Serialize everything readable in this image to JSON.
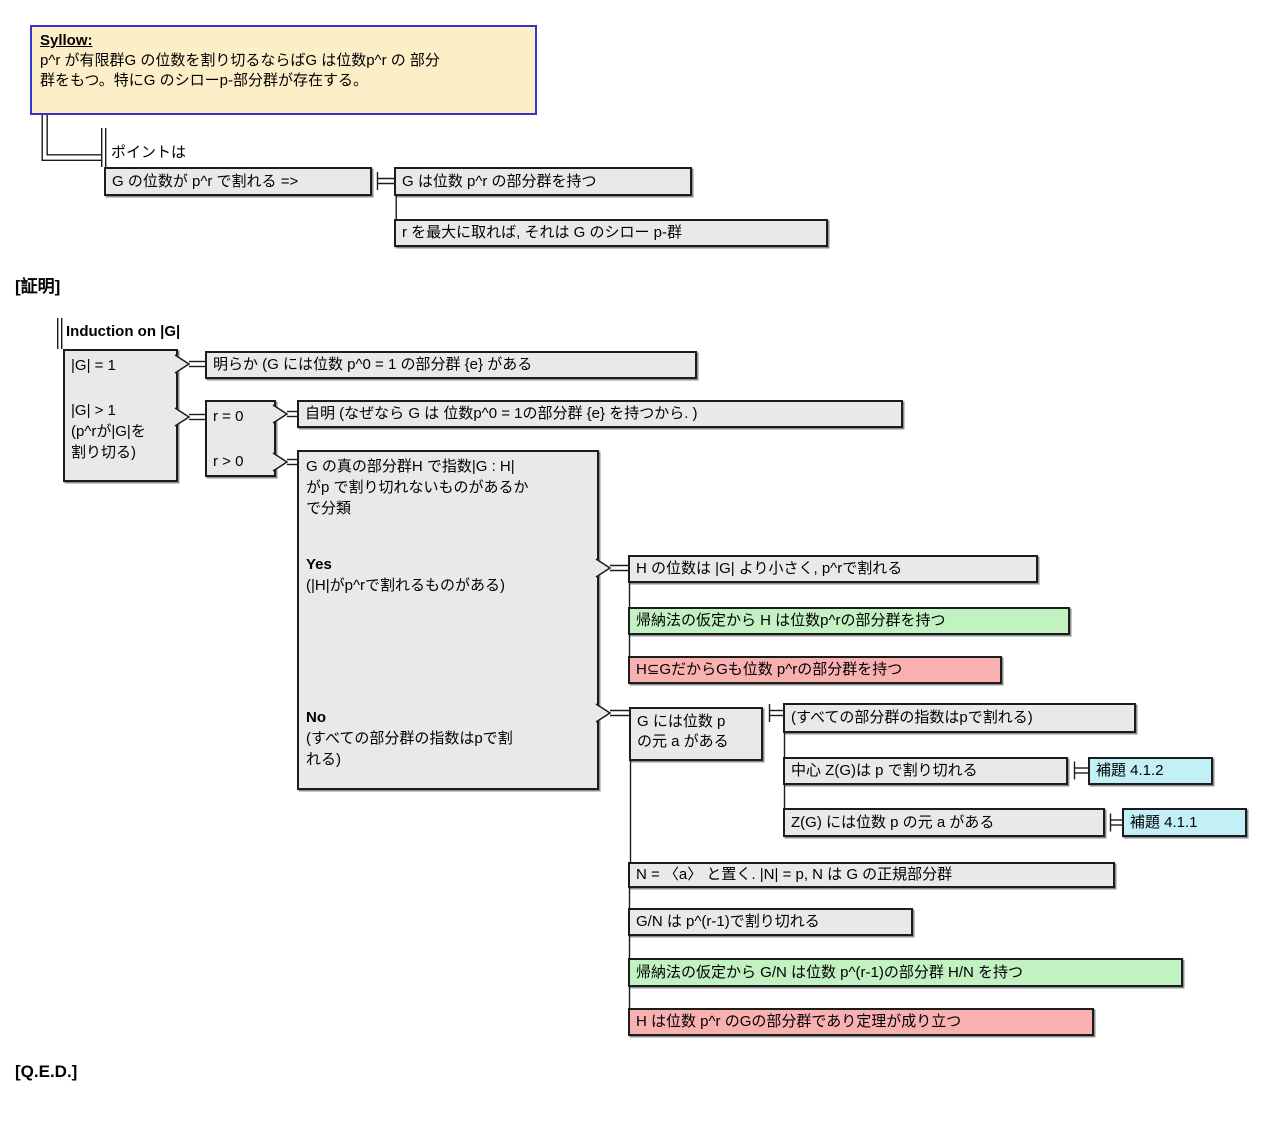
{
  "colors": {
    "node_bg": "#e9e9e9",
    "green": "#c2f1c2",
    "pink": "#f8b0b0",
    "cyan": "#c2f0f6",
    "title_bg": "#fcefc8",
    "title_border": "#3535cc",
    "line": "#1c1c1c"
  },
  "theorem": {
    "title": "Syllow:",
    "body": "p^r が有限群G の位数を割り切るならばG は位数p^r の 部分\n群をもつ。特にG のシローp-部分群が存在する。"
  },
  "point": {
    "headline": "ポイントは",
    "premise": "G の位数が p^r で割れる =>",
    "conclusion": "G は位数 p^r の部分群を持つ",
    "note": "r を最大に取れば, それは G のシロー p-群"
  },
  "proof": {
    "caption": "[証明]",
    "induction": "Induction on |G|",
    "base_case": "|G| = 1",
    "base_result": "明らか (G には位数 p^0 = 1 の部分群 {e} がある",
    "inductive_case": "|G| > 1\n(p^rが|G|を\n割り切る)",
    "r_zero": "r = 0",
    "r_zero_result": "自明 (なぜなら G は 位数p^0 = 1の部分群 {e} を持つから. )",
    "r_pos": "r > 0",
    "case_split": "G の真の部分群H で指数|G : H|\nがp で割り切れないものがあるか\nで分類",
    "yes_label": "Yes",
    "yes_desc": "(|H|がp^rで割れるものがある)",
    "no_label": "No",
    "no_desc": "(すべての部分群の指数はpで割\nれる)",
    "yes_branch": {
      "step1": "H の位数は |G| より小さく, p^rで割れる",
      "step2": "帰納法の仮定から H は位数p^rの部分群を持つ",
      "step3": "H⊆GだからGも位数 p^rの部分群を持つ"
    },
    "no_branch": {
      "exists_a": "G には位数 p\nの元 a がある",
      "index_note": "(すべての部分群の指数はpで割れる)",
      "center": "中心 Z(G)は p で割り切れる",
      "lemma_412": "補題 4.1.2",
      "zg": "Z(G) には位数 p の元 a がある",
      "lemma_411": "補題 4.1.1",
      "define_n": "N = 〈a〉 と置く. |N| = p, N は G の正規部分群",
      "gn": "G/N は p^(r-1)で割り切れる",
      "gn_induction": "帰納法の仮定から G/N は位数 p^(r-1)の部分群 H/N を持つ",
      "conclusion": "H は位数 p^r のGの部分群であり定理が成り立つ"
    }
  },
  "qed": "[Q.E.D.]"
}
